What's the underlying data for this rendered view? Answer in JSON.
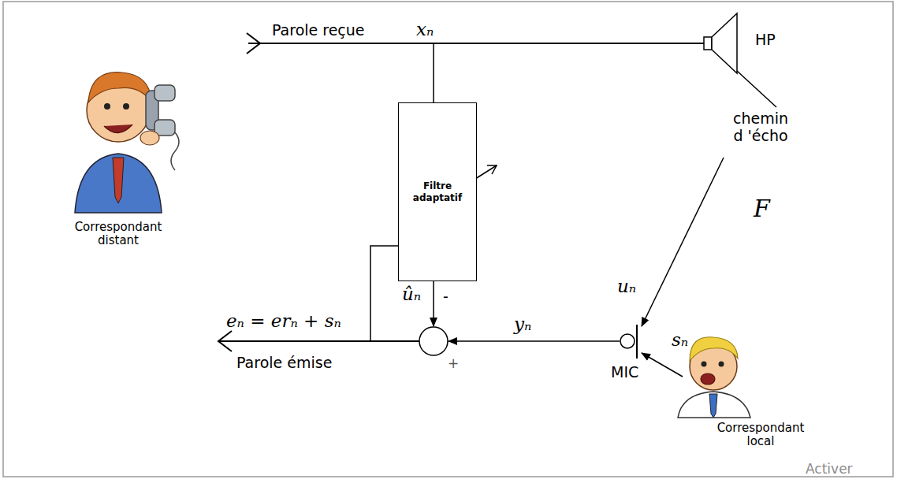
{
  "diagram": {
    "nodes": [
      {
        "text": [
          "Filtre adaptatif"
        ]
      }
    ],
    "labels": [
      "Parole reçue",
      "xₙ",
      "HP",
      "chemin d 'écho",
      "F",
      "uₙ",
      "sₙ",
      "yₙ",
      "ûₙ",
      "-",
      "+",
      "eₙ = erₙ + sₙ",
      "Parole émise",
      "MIC",
      "Correspondant distant",
      "Correspondant local",
      "Activer"
    ]
  }
}
